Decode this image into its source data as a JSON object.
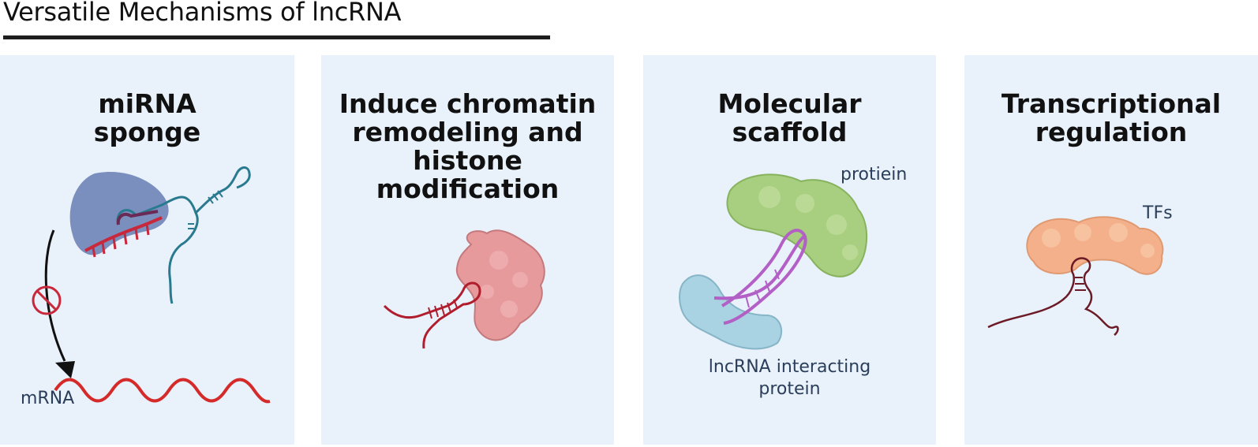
{
  "header": {
    "title": "Versatile Mechanisms of lncRNA"
  },
  "panels": [
    {
      "title": "miRNA\nsponge",
      "labels": {
        "mrna": "mRNA"
      }
    },
    {
      "title": "Induce chromatin\nremodeling and\nhistone modification"
    },
    {
      "title": "Molecular\nscaffold",
      "labels": {
        "protein": "protiein",
        "interacting": "lncRNA interacting\nprotein"
      }
    },
    {
      "title": "Transcriptional\nregulation",
      "labels": {
        "tfs": "TFs"
      }
    }
  ],
  "colors": {
    "panel_bg": "#e9f1fa",
    "ago_protein": "#7b8fbf",
    "mirna_red": "#c8283b",
    "lncrna_teal": "#2a7a8f",
    "remodel_protein": "#e79a9c",
    "scaffold_protein": "#a8cf7f",
    "scaffold_purple": "#b25fc6",
    "scaffold_blue_protein": "#a9d3e2",
    "tf_protein": "#f4b08a",
    "dark_rna": "#6b1a26"
  }
}
